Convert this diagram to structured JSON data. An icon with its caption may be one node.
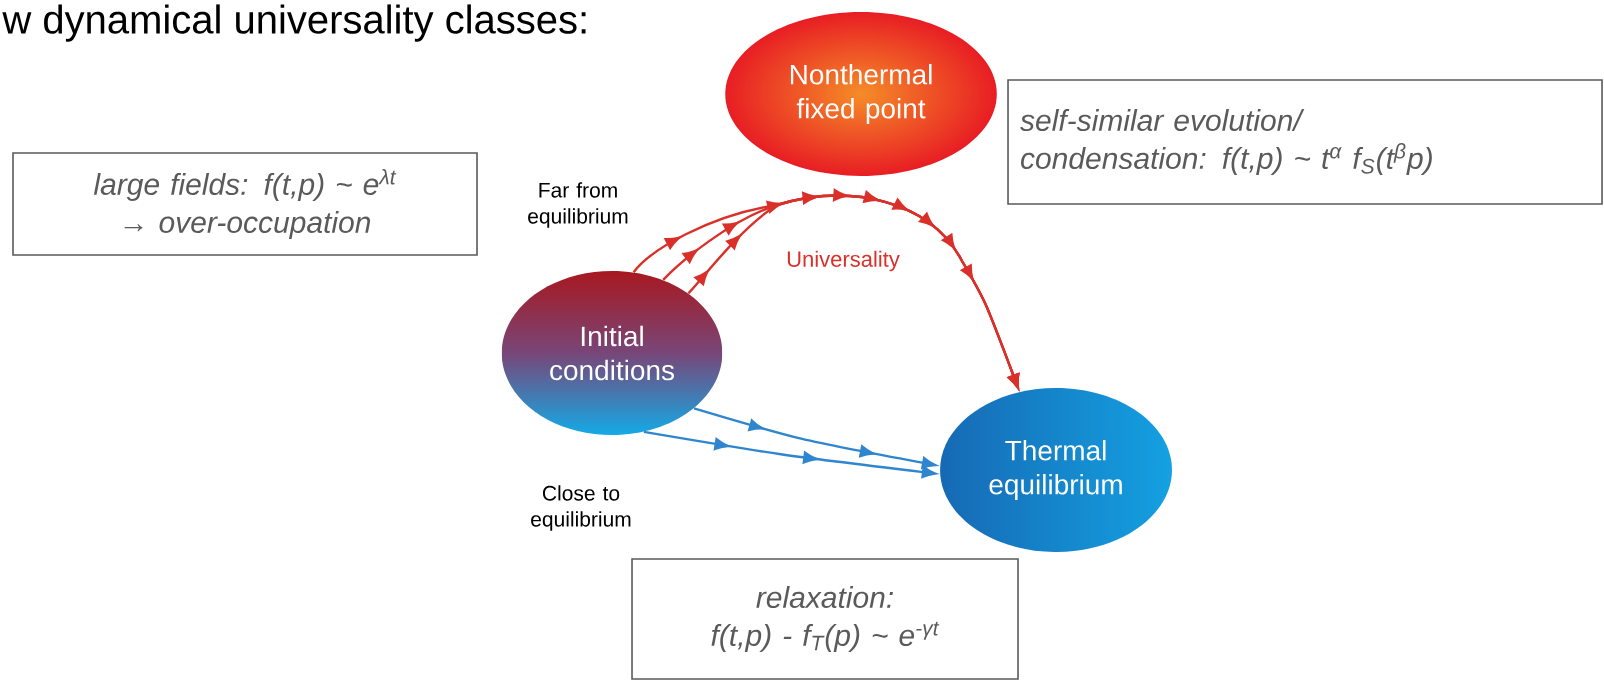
{
  "diagram": {
    "title": "w dynamical universality classes:",
    "nodes": [
      {
        "text": [
          "Nonthermal fixed point"
        ]
      },
      {
        "text": [
          "Initial conditions"
        ]
      },
      {
        "text": [
          "Thermal equilibrium"
        ]
      },
      {
        "text": [
          "large fields: f(t,p) ~ e$^{λt}$",
          "→ over-occupation"
        ]
      },
      {
        "text": [
          "self-similar evolution/",
          "condensation: f(t,p) ~ t$^{α}$ f$_{S}$(t$^{β}$p)"
        ]
      },
      {
        "text": [
          "relaxation:",
          "f(t,p) - f$_{T}$(p) ~ e$^{-γt}$"
        ]
      }
    ],
    "edges": [
      {
        "from": 1,
        "to": 2,
        "arrow": "to",
        "label": "Universality"
      },
      {
        "from": 1,
        "to": 2,
        "arrow": "to"
      },
      {
        "from": 1,
        "to": 2,
        "arrow": "to"
      },
      {
        "from": 1,
        "to": 2,
        "arrow": "to",
        "color": "#2f86cf"
      },
      {
        "from": 1,
        "to": 2,
        "arrow": "to",
        "color": "#2f86cf"
      }
    ],
    "labels": [
      "Far from equilibrium",
      "Close to equilibrium"
    ]
  }
}
